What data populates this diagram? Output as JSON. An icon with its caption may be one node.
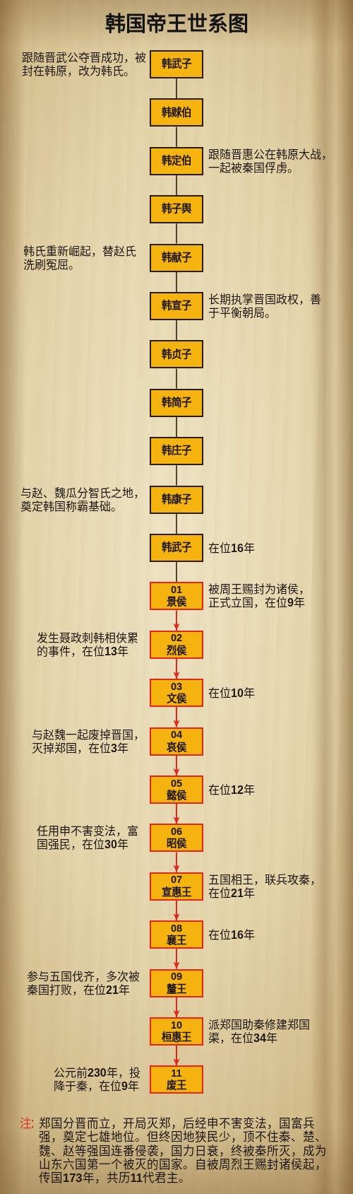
{
  "diagram": {
    "title": "韩国帝王世系图",
    "nodes": [
      {
        "text": [
          "韩武子"
        ],
        "beside": [
          "跟随晋武公夺晋成功，被封在韩原，改为韩氏。"
        ]
      },
      {
        "text": [
          "韩赇伯"
        ]
      },
      {
        "text": [
          "韩定伯"
        ],
        "beside": [
          "跟随晋惠公在韩原大战，一起被秦国俘虏。"
        ]
      },
      {
        "text": [
          "韩子舆"
        ]
      },
      {
        "text": [
          "韩献子"
        ],
        "beside": [
          "韩氏重新崛起，替赵氏洗刷冤屈。"
        ]
      },
      {
        "text": [
          "韩宣子"
        ],
        "beside": [
          "长期执掌晋国政权，善于平衡朝局。"
        ]
      },
      {
        "text": [
          "韩贞子"
        ]
      },
      {
        "text": [
          "韩简子"
        ]
      },
      {
        "text": [
          "韩庄子"
        ]
      },
      {
        "text": [
          "韩康子"
        ],
        "beside": [
          "与赵、魏瓜分智氏之地，奠定韩国称霸基础。"
        ]
      },
      {
        "text": [
          "韩武子"
        ],
        "beside": [
          "在位**16**年"
        ]
      },
      {
        "text": [
          "01",
          "景侯"
        ],
        "beside": [
          "被周王赐封为诸侯，正式立国，在位**9**年"
        ]
      },
      {
        "text": [
          "02",
          "烈侯"
        ],
        "beside": [
          "发生聂政刺韩相侠累的事件，在位**13**年"
        ]
      },
      {
        "text": [
          "03",
          "文侯"
        ],
        "beside": [
          "在位**10**年"
        ]
      },
      {
        "text": [
          "04",
          "哀侯"
        ],
        "beside": [
          "与赵魏一起废掉晋国，灭掉郑国，在位**3**年"
        ]
      },
      {
        "text": [
          "05",
          "懿侯"
        ],
        "beside": [
          "在位**12**年"
        ]
      },
      {
        "text": [
          "06",
          "昭侯"
        ],
        "beside": [
          "任用申不害变法，富国强民，在位**30**年"
        ]
      },
      {
        "text": [
          "07",
          "宣惠王"
        ],
        "beside": [
          "五国相王，联兵攻秦，在位**21**年"
        ]
      },
      {
        "text": [
          "08",
          "襄王"
        ],
        "beside": [
          "在位**16**年"
        ]
      },
      {
        "text": [
          "09",
          "釐王"
        ],
        "beside": [
          "参与五国伐齐，多次被秦国打败，在位**21**年"
        ]
      },
      {
        "text": [
          "10",
          "桓惠王"
        ],
        "beside": [
          "派郑国助秦修建郑国渠，在位**34**年"
        ]
      },
      {
        "text": [
          "11",
          "废王"
        ],
        "beside": [
          "公元前**230**年，投降于秦，在位**9**年"
        ]
      }
    ],
    "edges": [
      {
        "from": 0,
        "to": 1,
        "arrow": "none"
      },
      {
        "from": 1,
        "to": 2,
        "arrow": "none"
      },
      {
        "from": 2,
        "to": 3,
        "arrow": "none"
      },
      {
        "from": 3,
        "to": 4,
        "arrow": "none"
      },
      {
        "from": 4,
        "to": 5,
        "arrow": "none"
      },
      {
        "from": 5,
        "to": 6,
        "arrow": "none"
      },
      {
        "from": 6,
        "to": 7,
        "arrow": "none"
      },
      {
        "from": 7,
        "to": 8,
        "arrow": "none"
      },
      {
        "from": 8,
        "to": 9,
        "arrow": "none"
      },
      {
        "from": 9,
        "to": 10,
        "arrow": "none"
      },
      {
        "from": 10,
        "to": 11,
        "arrow": "none"
      },
      {
        "from": 11,
        "to": 12,
        "arrow": "to",
        "color": "#e3261c"
      },
      {
        "from": 12,
        "to": 13,
        "arrow": "to",
        "color": "#e3261c"
      },
      {
        "from": 13,
        "to": 14,
        "arrow": "to",
        "color": "#e3261c"
      },
      {
        "from": 14,
        "to": 15,
        "arrow": "to",
        "color": "#e3261c"
      },
      {
        "from": 15,
        "to": 16,
        "arrow": "to",
        "color": "#e3261c"
      },
      {
        "from": 16,
        "to": 17,
        "arrow": "to",
        "color": "#e3261c"
      },
      {
        "from": 17,
        "to": 18,
        "arrow": "to",
        "color": "#e3261c"
      },
      {
        "from": 18,
        "to": 19,
        "arrow": "to",
        "color": "#e3261c"
      },
      {
        "from": 19,
        "to": 20,
        "arrow": "to",
        "color": "#e3261c"
      },
      {
        "from": 20,
        "to": 21,
        "arrow": "to",
        "color": "#e3261c"
      }
    ],
    "labels": [
      "注：",
      "郑国分晋而立，开局灭郑，后经申不害变法，国富兵强，奠定七雄地位。但终因地狭民少，顶不住秦、楚、魏、赵等强国连番侵袭，国力日衰，终被秦所灭，成为山东六国第一个被灭的国家。自被周烈王赐封诸侯起，传国**173**年，共历**11**代君主。"
    ]
  }
}
